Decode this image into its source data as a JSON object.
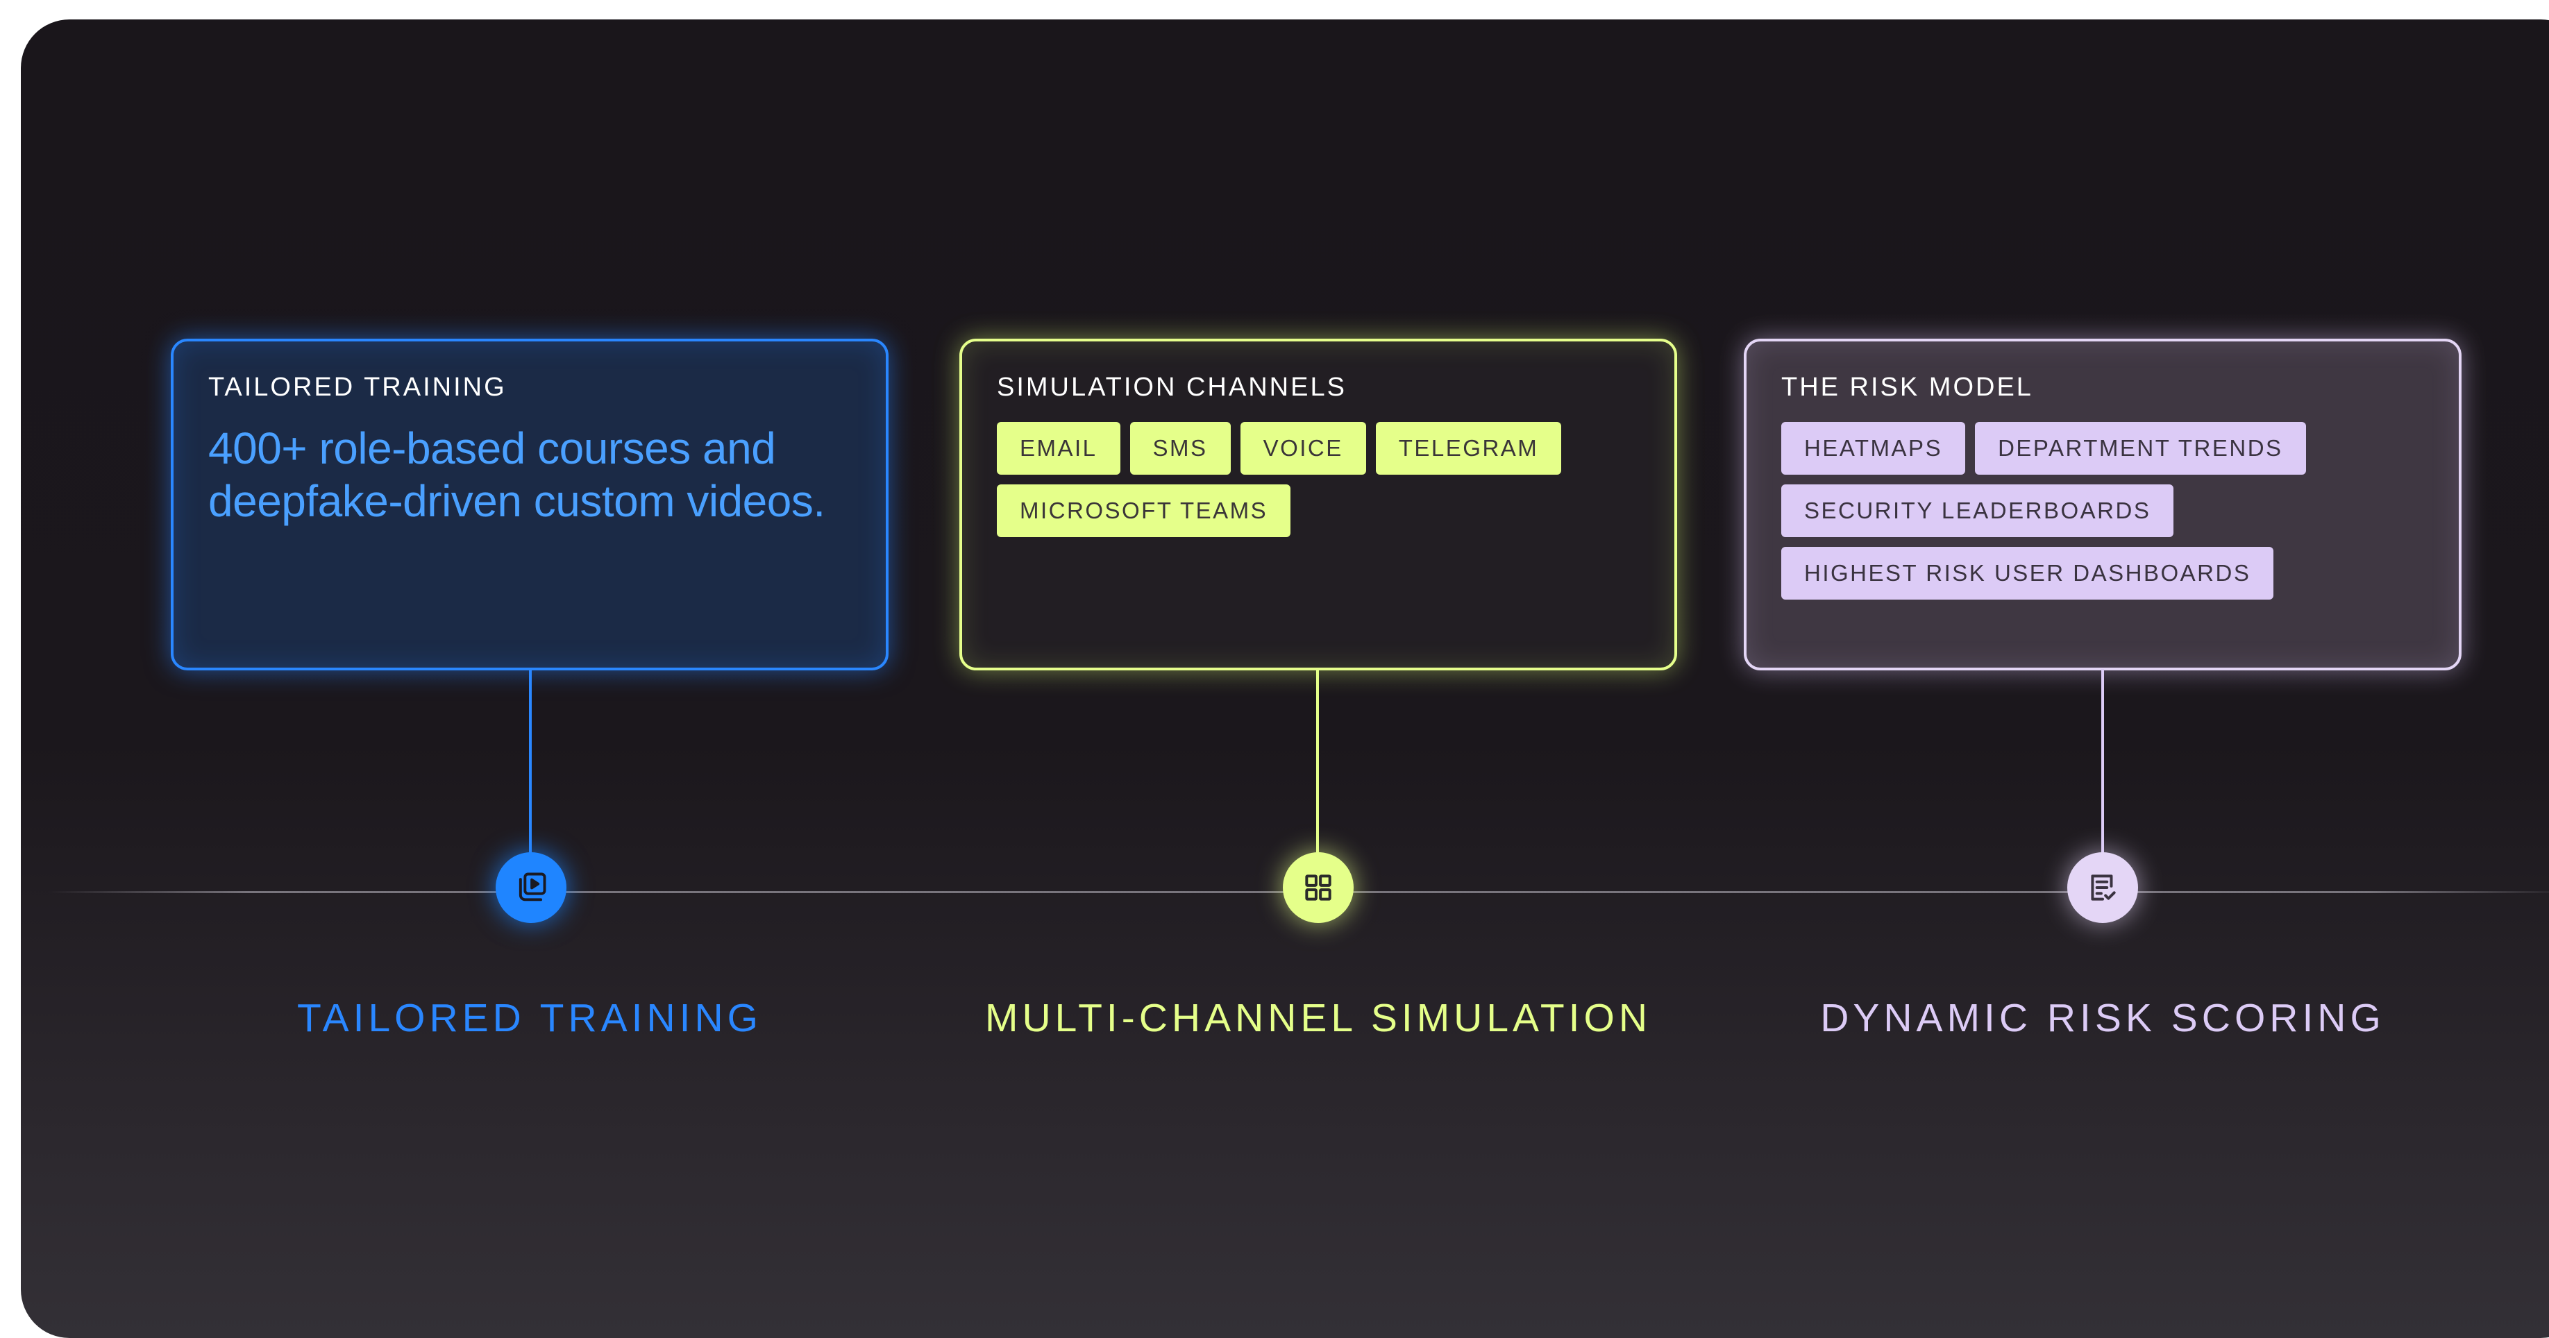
{
  "colors": {
    "blue": "#2a87ff",
    "lime": "#e5ff8a",
    "lilac": "#dccbf6",
    "background": "#1a161b"
  },
  "cards": {
    "training": {
      "title": "TAILORED TRAINING",
      "description": "400+ role-based courses and deepfake-driven custom videos."
    },
    "simulation": {
      "title": "SIMULATION CHANNELS",
      "tags": [
        "EMAIL",
        "SMS",
        "VOICE",
        "TELEGRAM",
        "MICROSOFT TEAMS"
      ]
    },
    "risk": {
      "title": "THE RISK MODEL",
      "tags": [
        "HEATMAPS",
        "DEPARTMENT TRENDS",
        "SECURITY LEADERBOARDS",
        "HIGHEST RISK USER DASHBOARDS"
      ]
    }
  },
  "steps": [
    {
      "label": "TAILORED TRAINING",
      "icon": "video-library-icon"
    },
    {
      "label": "MULTI-CHANNEL SIMULATION",
      "icon": "grid-icon"
    },
    {
      "label": "DYNAMIC RISK SCORING",
      "icon": "checklist-document-icon"
    }
  ]
}
